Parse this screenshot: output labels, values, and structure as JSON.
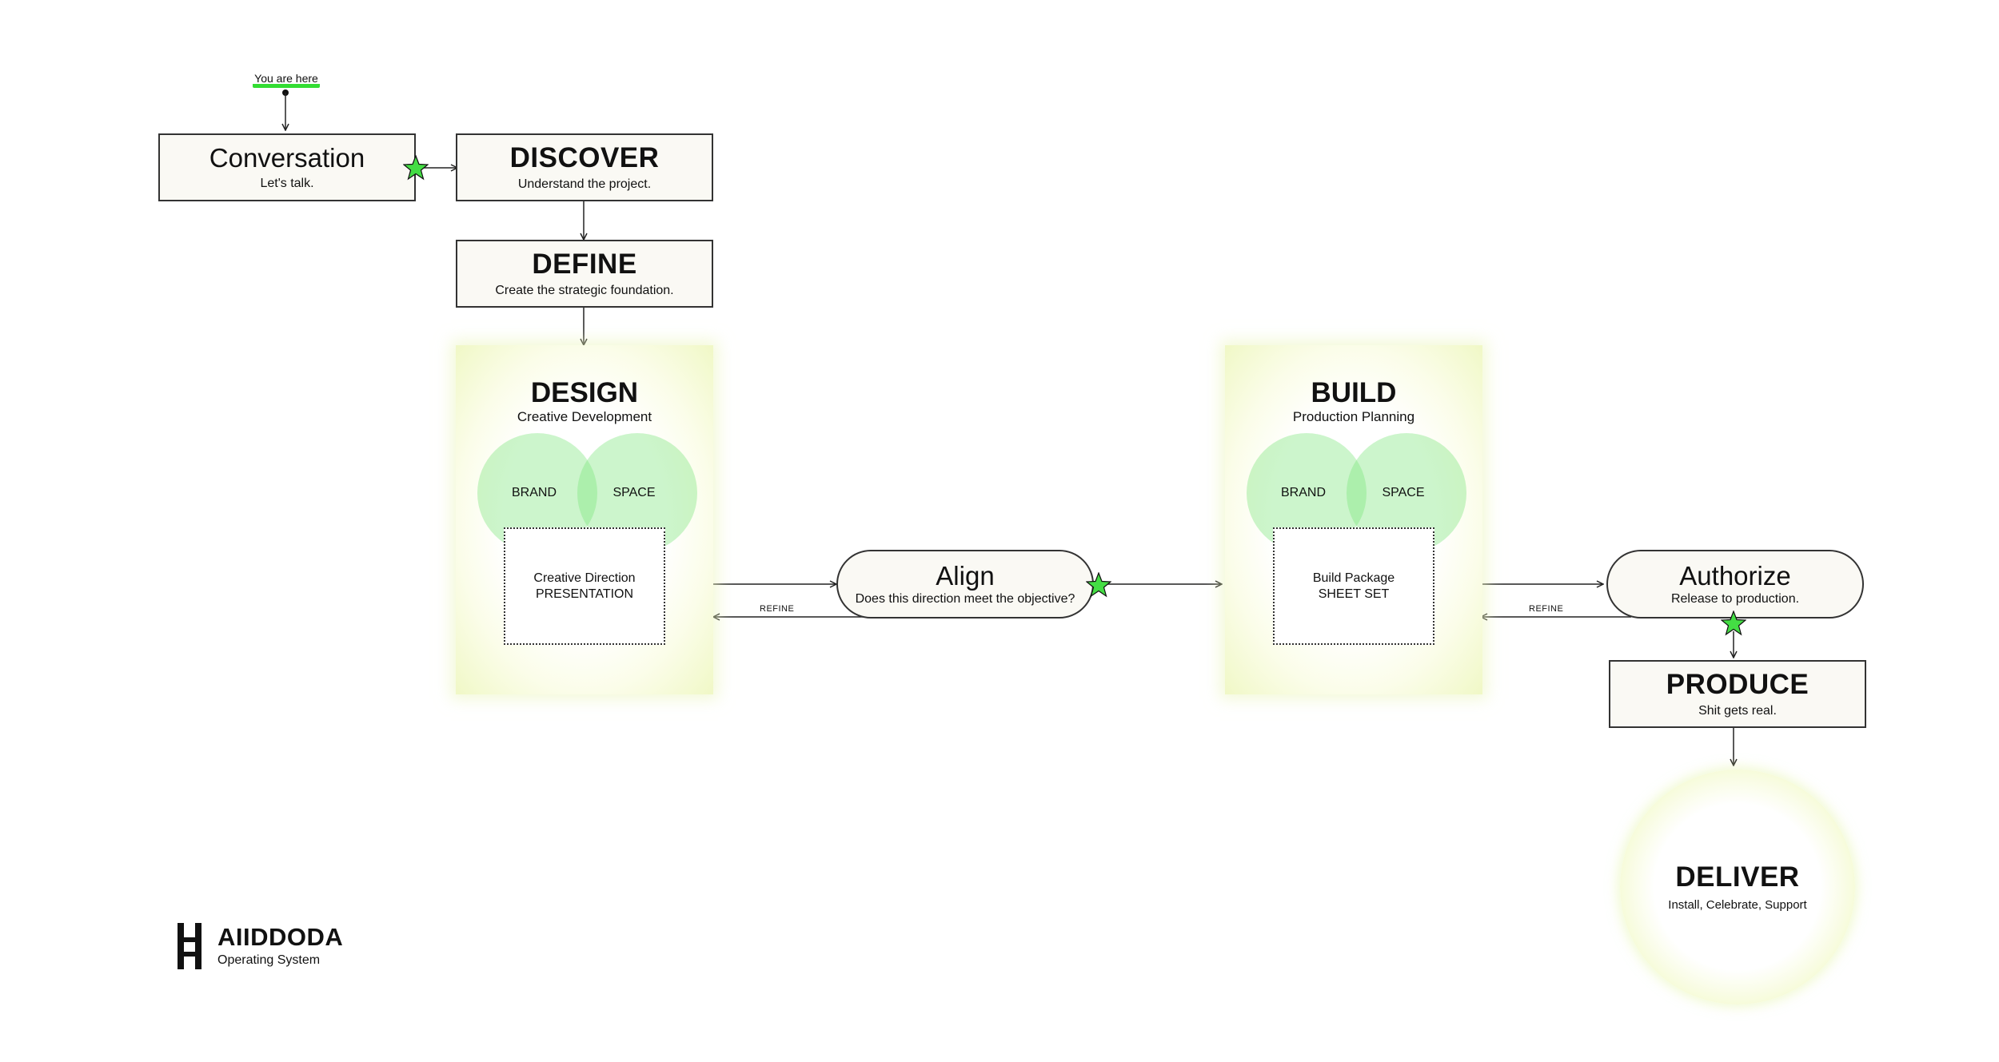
{
  "marker": {
    "text": "You are here",
    "color": "#33dd33"
  },
  "conversation": {
    "title": "Conversation",
    "sub": "Let's talk."
  },
  "discover": {
    "title": "DISCOVER",
    "sub": "Understand the project."
  },
  "define": {
    "title": "DEFINE",
    "sub": "Create the strategic foundation."
  },
  "design": {
    "title": "DESIGN",
    "sub": "Creative Development",
    "circle_left": "BRAND",
    "circle_right": "SPACE",
    "box_line1": "Creative Direction",
    "box_line2": "PRESENTATION"
  },
  "align": {
    "title": "Align",
    "sub": "Does this direction meet the objective?"
  },
  "build": {
    "title": "BUILD",
    "sub": "Production Planning",
    "circle_left": "BRAND",
    "circle_right": "SPACE",
    "box_line1": "Build Package",
    "box_line2": "SHEET SET"
  },
  "authorize": {
    "title": "Authorize",
    "sub": "Release to production."
  },
  "produce": {
    "title": "PRODUCE",
    "sub": "Shit gets real."
  },
  "deliver": {
    "title": "DELIVER",
    "sub": "Install, Celebrate, Support"
  },
  "refine_label_1": "REFINE",
  "refine_label_2": "REFINE",
  "logo": {
    "name": "AIIDDODA",
    "tagline": "Operating System"
  },
  "colors": {
    "star": "#44dd44",
    "venn": "#7be67b",
    "glow": "#eef7c2",
    "box_fill": "#faf9f4"
  }
}
